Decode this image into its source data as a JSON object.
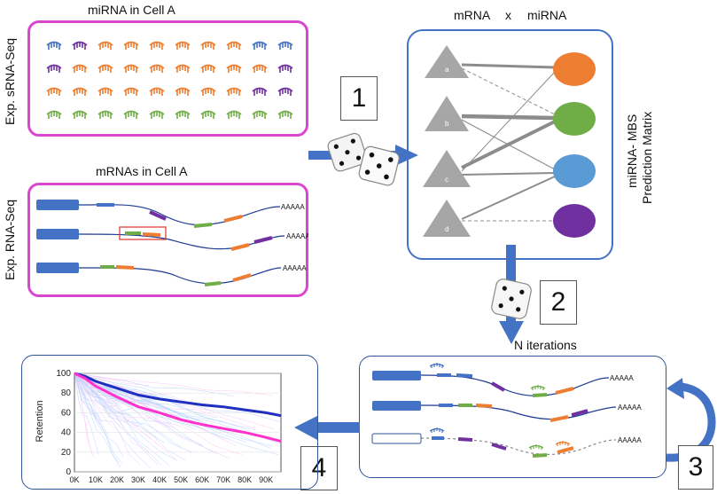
{
  "panel_cell_mirna": {
    "title": "miRNA in Cell A",
    "side_label": "Exp. sRNA-Seq",
    "rows": [
      [
        "blue",
        "purple",
        "orange",
        "orange",
        "orange",
        "orange",
        "orange",
        "orange",
        "blue",
        "blue"
      ],
      [
        "purple",
        "orange",
        "orange",
        "orange",
        "orange",
        "orange",
        "orange",
        "orange",
        "orange",
        "purple"
      ],
      [
        "orange",
        "orange",
        "orange",
        "orange",
        "orange",
        "orange",
        "orange",
        "orange",
        "purple",
        "purple"
      ],
      [
        "green",
        "green",
        "green",
        "green",
        "green",
        "green",
        "green",
        "green",
        "green",
        "green"
      ]
    ]
  },
  "panel_cell_mrna": {
    "title": "mRNAs in Cell A",
    "side_label": "Exp.  RNA-Seq",
    "polya": "AAAAA"
  },
  "matrix": {
    "title_left": "mRNA",
    "title_x": "x",
    "title_right": "miRNA",
    "side_label_line1": "miRNA- MBS",
    "side_label_line2": "Prediction Matrix",
    "mrna_nodes": [
      "a",
      "b",
      "c",
      "d"
    ],
    "mirna_colors": [
      "#ed7d31",
      "#70ad47",
      "#5b9bd5",
      "#7030a0"
    ]
  },
  "steps": {
    "one": "1",
    "two": "2",
    "three": "3",
    "four": "4"
  },
  "iterations": {
    "title": "N  iterations",
    "polya": "AAAAA"
  },
  "colors": {
    "magenta_border": "#d946cf",
    "blue_border": "#4472c4",
    "arrow_blue": "#4472c4",
    "gene_box": "#4472c4",
    "orange": "#ed7d31",
    "green": "#70ad47",
    "purple": "#7030a0",
    "blue": "#4472c4"
  },
  "chart_data": {
    "type": "line",
    "ylabel": "Retention",
    "xlabel": "",
    "ylim": [
      0,
      100
    ],
    "xlim": [
      0,
      97000
    ],
    "x_ticks": [
      "0K",
      "10K",
      "20K",
      "30K",
      "40K",
      "50K",
      "60K",
      "70K",
      "80K",
      "90K"
    ],
    "y_ticks": [
      "0",
      "20",
      "40",
      "60",
      "80",
      "100"
    ],
    "grid": true,
    "series": [
      {
        "color": "#1f2fbf",
        "x": [
          0,
          5000,
          10000,
          20000,
          30000,
          40000,
          50000,
          60000,
          70000,
          80000,
          90000,
          97000
        ],
        "values": [
          100,
          97,
          92,
          85,
          78,
          74,
          71,
          68,
          66,
          63,
          60,
          57
        ]
      },
      {
        "color": "#ff33cc",
        "x": [
          0,
          5000,
          10000,
          20000,
          30000,
          40000,
          50000,
          60000,
          70000,
          80000,
          90000,
          97000
        ],
        "values": [
          100,
          95,
          87,
          76,
          66,
          60,
          53,
          48,
          44,
          40,
          35,
          31
        ]
      }
    ]
  }
}
